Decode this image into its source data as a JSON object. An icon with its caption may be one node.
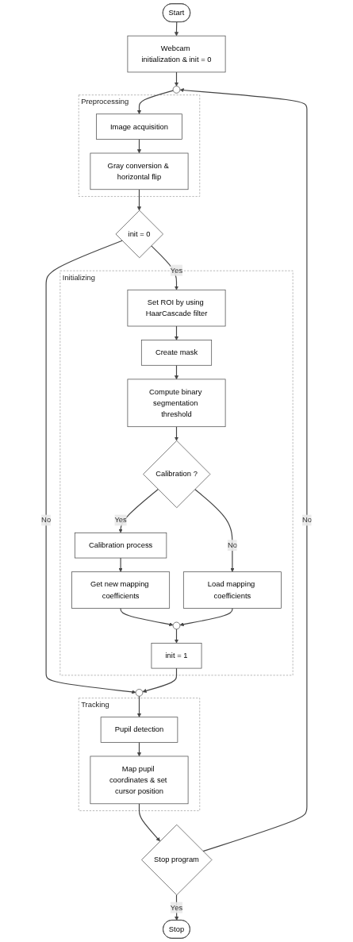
{
  "diagram": {
    "nodes": [
      {
        "text": [
          "Start"
        ]
      },
      {
        "text": [
          "Webcam initialization & init = 0"
        ]
      },
      {
        "text": [],
        "shape": "circle"
      },
      {
        "text": [
          "Preprocessing"
        ]
      },
      {
        "text": [
          "Image acquisition"
        ],
        "in": 3
      },
      {
        "text": [
          "Gray conversion & horizontal flip"
        ],
        "in": 3
      },
      {
        "text": [
          "init = 0"
        ]
      },
      {
        "text": [
          "Initializing"
        ]
      },
      {
        "text": [
          "Set ROI by using HaarCascade filter"
        ],
        "in": 7
      },
      {
        "text": [
          "Create mask"
        ],
        "in": 7
      },
      {
        "text": [
          "Compute binary segmentation threshold"
        ],
        "in": 7
      },
      {
        "text": [
          "Calibration ?"
        ],
        "in": 7
      },
      {
        "text": [
          "Calibration process"
        ],
        "in": 7
      },
      {
        "text": [
          "Get new mapping coefficients"
        ],
        "in": 7
      },
      {
        "text": [
          "Load mapping coefficients"
        ],
        "in": 7
      },
      {
        "text": [],
        "shape": "circle",
        "in": 7
      },
      {
        "text": [
          "init = 1"
        ],
        "in": 7
      },
      {
        "text": [],
        "shape": "circle"
      },
      {
        "text": [
          "Tracking"
        ]
      },
      {
        "text": [
          "Pupil detection"
        ],
        "in": 18
      },
      {
        "text": [
          "Map pupil coordinates & set cursor position"
        ],
        "in": 18
      },
      {
        "text": [
          "Stop program"
        ]
      },
      {
        "text": [
          "Stop"
        ]
      }
    ],
    "edges": [
      {
        "from": 0,
        "to": 1,
        "arrow": "to"
      },
      {
        "from": 1,
        "to": 2,
        "arrow": "to"
      },
      {
        "from": 2,
        "to": 4,
        "arrow": "to"
      },
      {
        "from": 4,
        "to": 5,
        "arrow": "to"
      },
      {
        "from": 5,
        "to": 6,
        "arrow": "to"
      },
      {
        "from": 6,
        "to": 8,
        "arrow": "to",
        "label": "Yes"
      },
      {
        "from": 6,
        "to": 17,
        "arrow": "to",
        "label": "No"
      },
      {
        "from": 8,
        "to": 9,
        "arrow": "to"
      },
      {
        "from": 9,
        "to": 10,
        "arrow": "to"
      },
      {
        "from": 10,
        "to": 11,
        "arrow": "to"
      },
      {
        "from": 11,
        "to": 12,
        "arrow": "to",
        "label": "Yes"
      },
      {
        "from": 11,
        "to": 14,
        "arrow": "to",
        "label": "No"
      },
      {
        "from": 12,
        "to": 13,
        "arrow": "to"
      },
      {
        "from": 13,
        "to": 15,
        "arrow": "to"
      },
      {
        "from": 14,
        "to": 15,
        "arrow": "to"
      },
      {
        "from": 15,
        "to": 16,
        "arrow": "to"
      },
      {
        "from": 16,
        "to": 17,
        "arrow": "to"
      },
      {
        "from": 17,
        "to": 19,
        "arrow": "to"
      },
      {
        "from": 19,
        "to": 20,
        "arrow": "to"
      },
      {
        "from": 20,
        "to": 21,
        "arrow": "to"
      },
      {
        "from": 21,
        "to": 22,
        "arrow": "to",
        "label": "Yes"
      },
      {
        "from": 21,
        "to": 2,
        "arrow": "to",
        "label": "No"
      }
    ]
  }
}
